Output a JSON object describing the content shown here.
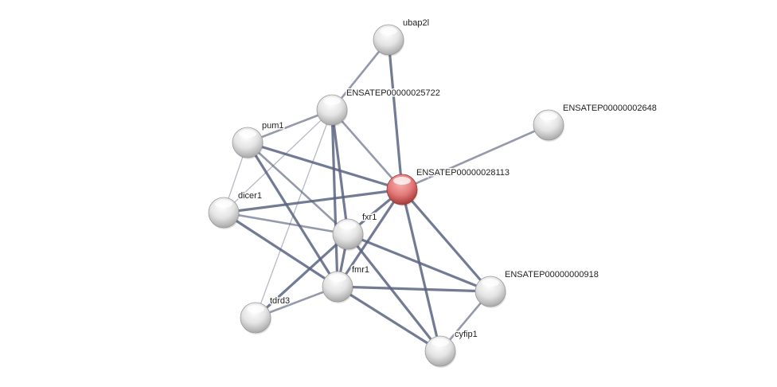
{
  "network": {
    "query_color": "#d9585b",
    "node_color": "#e6e6e6",
    "edge_color": "#5a6380",
    "nodes": [
      {
        "id": "ubap2l",
        "label": "ubap2l",
        "query": false
      },
      {
        "id": "p25722",
        "label": "ENSATEP00000025722",
        "query": false
      },
      {
        "id": "p2648",
        "label": "ENSATEP00000002648",
        "query": false
      },
      {
        "id": "pum1",
        "label": "pum1",
        "query": false
      },
      {
        "id": "p28113",
        "label": "ENSATEP00000028113",
        "query": true
      },
      {
        "id": "dicer1",
        "label": "dicer1",
        "query": false
      },
      {
        "id": "fxr1",
        "label": "fxr1",
        "query": false
      },
      {
        "id": "fmr1",
        "label": "fmr1",
        "query": false
      },
      {
        "id": "p918",
        "label": "ENSATEP00000000918",
        "query": false
      },
      {
        "id": "tdrd3",
        "label": "tdrd3",
        "query": false
      },
      {
        "id": "cyfip1",
        "label": "cyfip1",
        "query": false
      }
    ],
    "edges": [
      {
        "a": "ubap2l",
        "b": "p28113",
        "strength": "strong"
      },
      {
        "a": "ubap2l",
        "b": "p25722",
        "strength": "medium"
      },
      {
        "a": "p25722",
        "b": "p28113",
        "strength": "medium"
      },
      {
        "a": "p25722",
        "b": "pum1",
        "strength": "medium"
      },
      {
        "a": "p25722",
        "b": "dicer1",
        "strength": "weak"
      },
      {
        "a": "p25722",
        "b": "tdrd3",
        "strength": "weak"
      },
      {
        "a": "p25722",
        "b": "fxr1",
        "strength": "strong"
      },
      {
        "a": "p25722",
        "b": "fmr1",
        "strength": "strong"
      },
      {
        "a": "p2648",
        "b": "p28113",
        "strength": "medium"
      },
      {
        "a": "pum1",
        "b": "p28113",
        "strength": "strong"
      },
      {
        "a": "pum1",
        "b": "dicer1",
        "strength": "weak"
      },
      {
        "a": "pum1",
        "b": "fxr1",
        "strength": "medium"
      },
      {
        "a": "pum1",
        "b": "fmr1",
        "strength": "strong"
      },
      {
        "a": "dicer1",
        "b": "p28113",
        "strength": "strong"
      },
      {
        "a": "dicer1",
        "b": "fxr1",
        "strength": "medium"
      },
      {
        "a": "dicer1",
        "b": "fmr1",
        "strength": "strong"
      },
      {
        "a": "p28113",
        "b": "fxr1",
        "strength": "strong"
      },
      {
        "a": "p28113",
        "b": "fmr1",
        "strength": "strong"
      },
      {
        "a": "p28113",
        "b": "p918",
        "strength": "strong"
      },
      {
        "a": "p28113",
        "b": "cyfip1",
        "strength": "strong"
      },
      {
        "a": "fxr1",
        "b": "fmr1",
        "strength": "strong"
      },
      {
        "a": "fxr1",
        "b": "p918",
        "strength": "strong"
      },
      {
        "a": "fxr1",
        "b": "cyfip1",
        "strength": "strong"
      },
      {
        "a": "fxr1",
        "b": "tdrd3",
        "strength": "strong"
      },
      {
        "a": "fmr1",
        "b": "p918",
        "strength": "strong"
      },
      {
        "a": "fmr1",
        "b": "cyfip1",
        "strength": "strong"
      },
      {
        "a": "fmr1",
        "b": "tdrd3",
        "strength": "medium"
      },
      {
        "a": "p918",
        "b": "cyfip1",
        "strength": "medium"
      }
    ]
  }
}
